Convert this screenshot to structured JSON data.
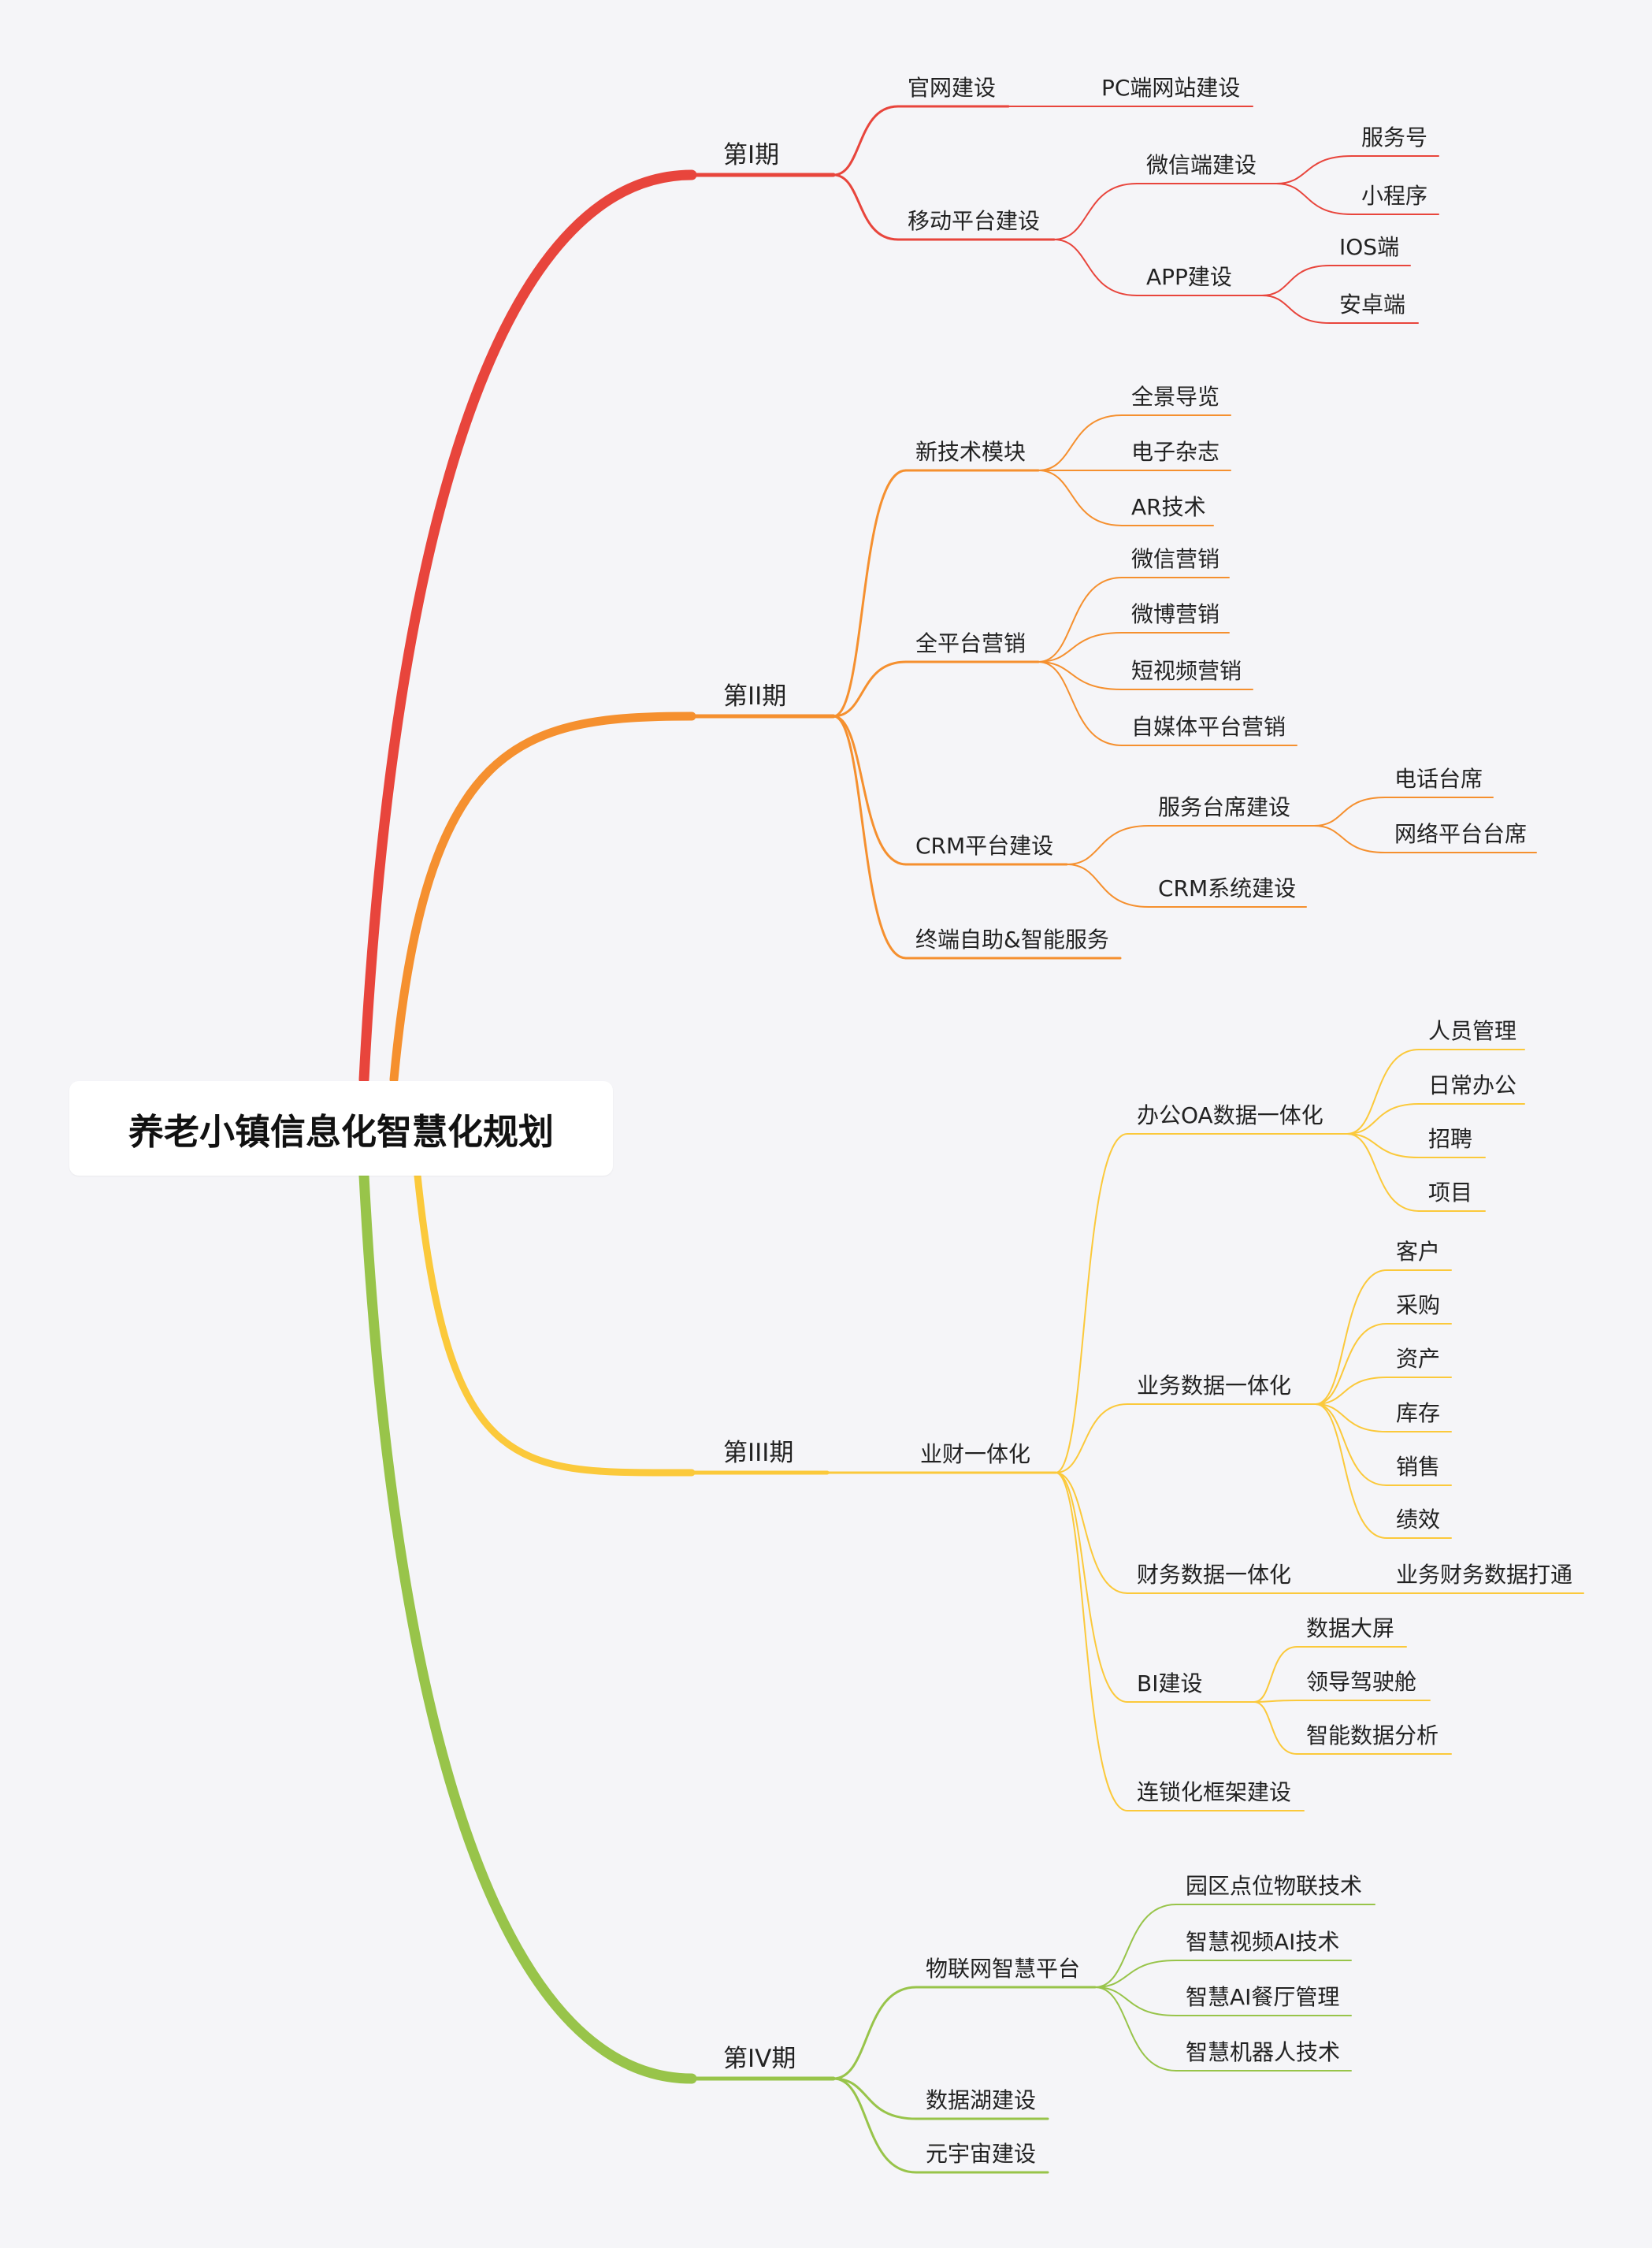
{
  "root": {
    "title": "养老小镇信息化智慧化规划"
  },
  "colors": {
    "phase1": "#e8453c",
    "phase2": "#f5902f",
    "phase3": "#fbc93b",
    "phase4": "#98c44a",
    "background": "#f5f5f8"
  },
  "phases": [
    {
      "label": "第I期",
      "children": [
        {
          "label": "官网建设",
          "children": [
            {
              "label": "PC端网站建设"
            }
          ]
        },
        {
          "label": "移动平台建设",
          "children": [
            {
              "label": "微信端建设",
              "children": [
                {
                  "label": "服务号"
                },
                {
                  "label": "小程序"
                }
              ]
            },
            {
              "label": "APP建设",
              "children": [
                {
                  "label": "IOS端"
                },
                {
                  "label": "安卓端"
                }
              ]
            }
          ]
        }
      ]
    },
    {
      "label": "第II期",
      "children": [
        {
          "label": "新技术模块",
          "children": [
            {
              "label": "全景导览"
            },
            {
              "label": "电子杂志"
            },
            {
              "label": "AR技术"
            }
          ]
        },
        {
          "label": "全平台营销",
          "children": [
            {
              "label": "微信营销"
            },
            {
              "label": "微博营销"
            },
            {
              "label": "短视频营销"
            },
            {
              "label": "自媒体平台营销"
            }
          ]
        },
        {
          "label": "CRM平台建设",
          "children": [
            {
              "label": "服务台席建设",
              "children": [
                {
                  "label": "电话台席"
                },
                {
                  "label": "网络平台台席"
                }
              ]
            },
            {
              "label": "CRM系统建设"
            }
          ]
        },
        {
          "label": "终端自助&智能服务"
        }
      ]
    },
    {
      "label": "第III期",
      "children": [
        {
          "label": "业财一体化",
          "children": [
            {
              "label": "办公OA数据一体化",
              "children": [
                {
                  "label": "人员管理"
                },
                {
                  "label": "日常办公"
                },
                {
                  "label": "招聘"
                },
                {
                  "label": "项目"
                }
              ]
            },
            {
              "label": "业务数据一体化",
              "children": [
                {
                  "label": "客户"
                },
                {
                  "label": "采购"
                },
                {
                  "label": "资产"
                },
                {
                  "label": "库存"
                },
                {
                  "label": "销售"
                },
                {
                  "label": "绩效"
                }
              ]
            },
            {
              "label": "财务数据一体化",
              "children": [
                {
                  "label": "业务财务数据打通"
                }
              ]
            },
            {
              "label": "BI建设",
              "children": [
                {
                  "label": "数据大屏"
                },
                {
                  "label": "领导驾驶舱"
                },
                {
                  "label": "智能数据分析"
                }
              ]
            },
            {
              "label": "连锁化框架建设"
            }
          ]
        }
      ]
    },
    {
      "label": "第IV期",
      "children": [
        {
          "label": "物联网智慧平台",
          "children": [
            {
              "label": "园区点位物联技术"
            },
            {
              "label": "智慧视频AI技术"
            },
            {
              "label": "智慧AI餐厅管理"
            },
            {
              "label": "智慧机器人技术"
            }
          ]
        },
        {
          "label": "数据湖建设"
        },
        {
          "label": "元宇宙建设"
        }
      ]
    }
  ]
}
